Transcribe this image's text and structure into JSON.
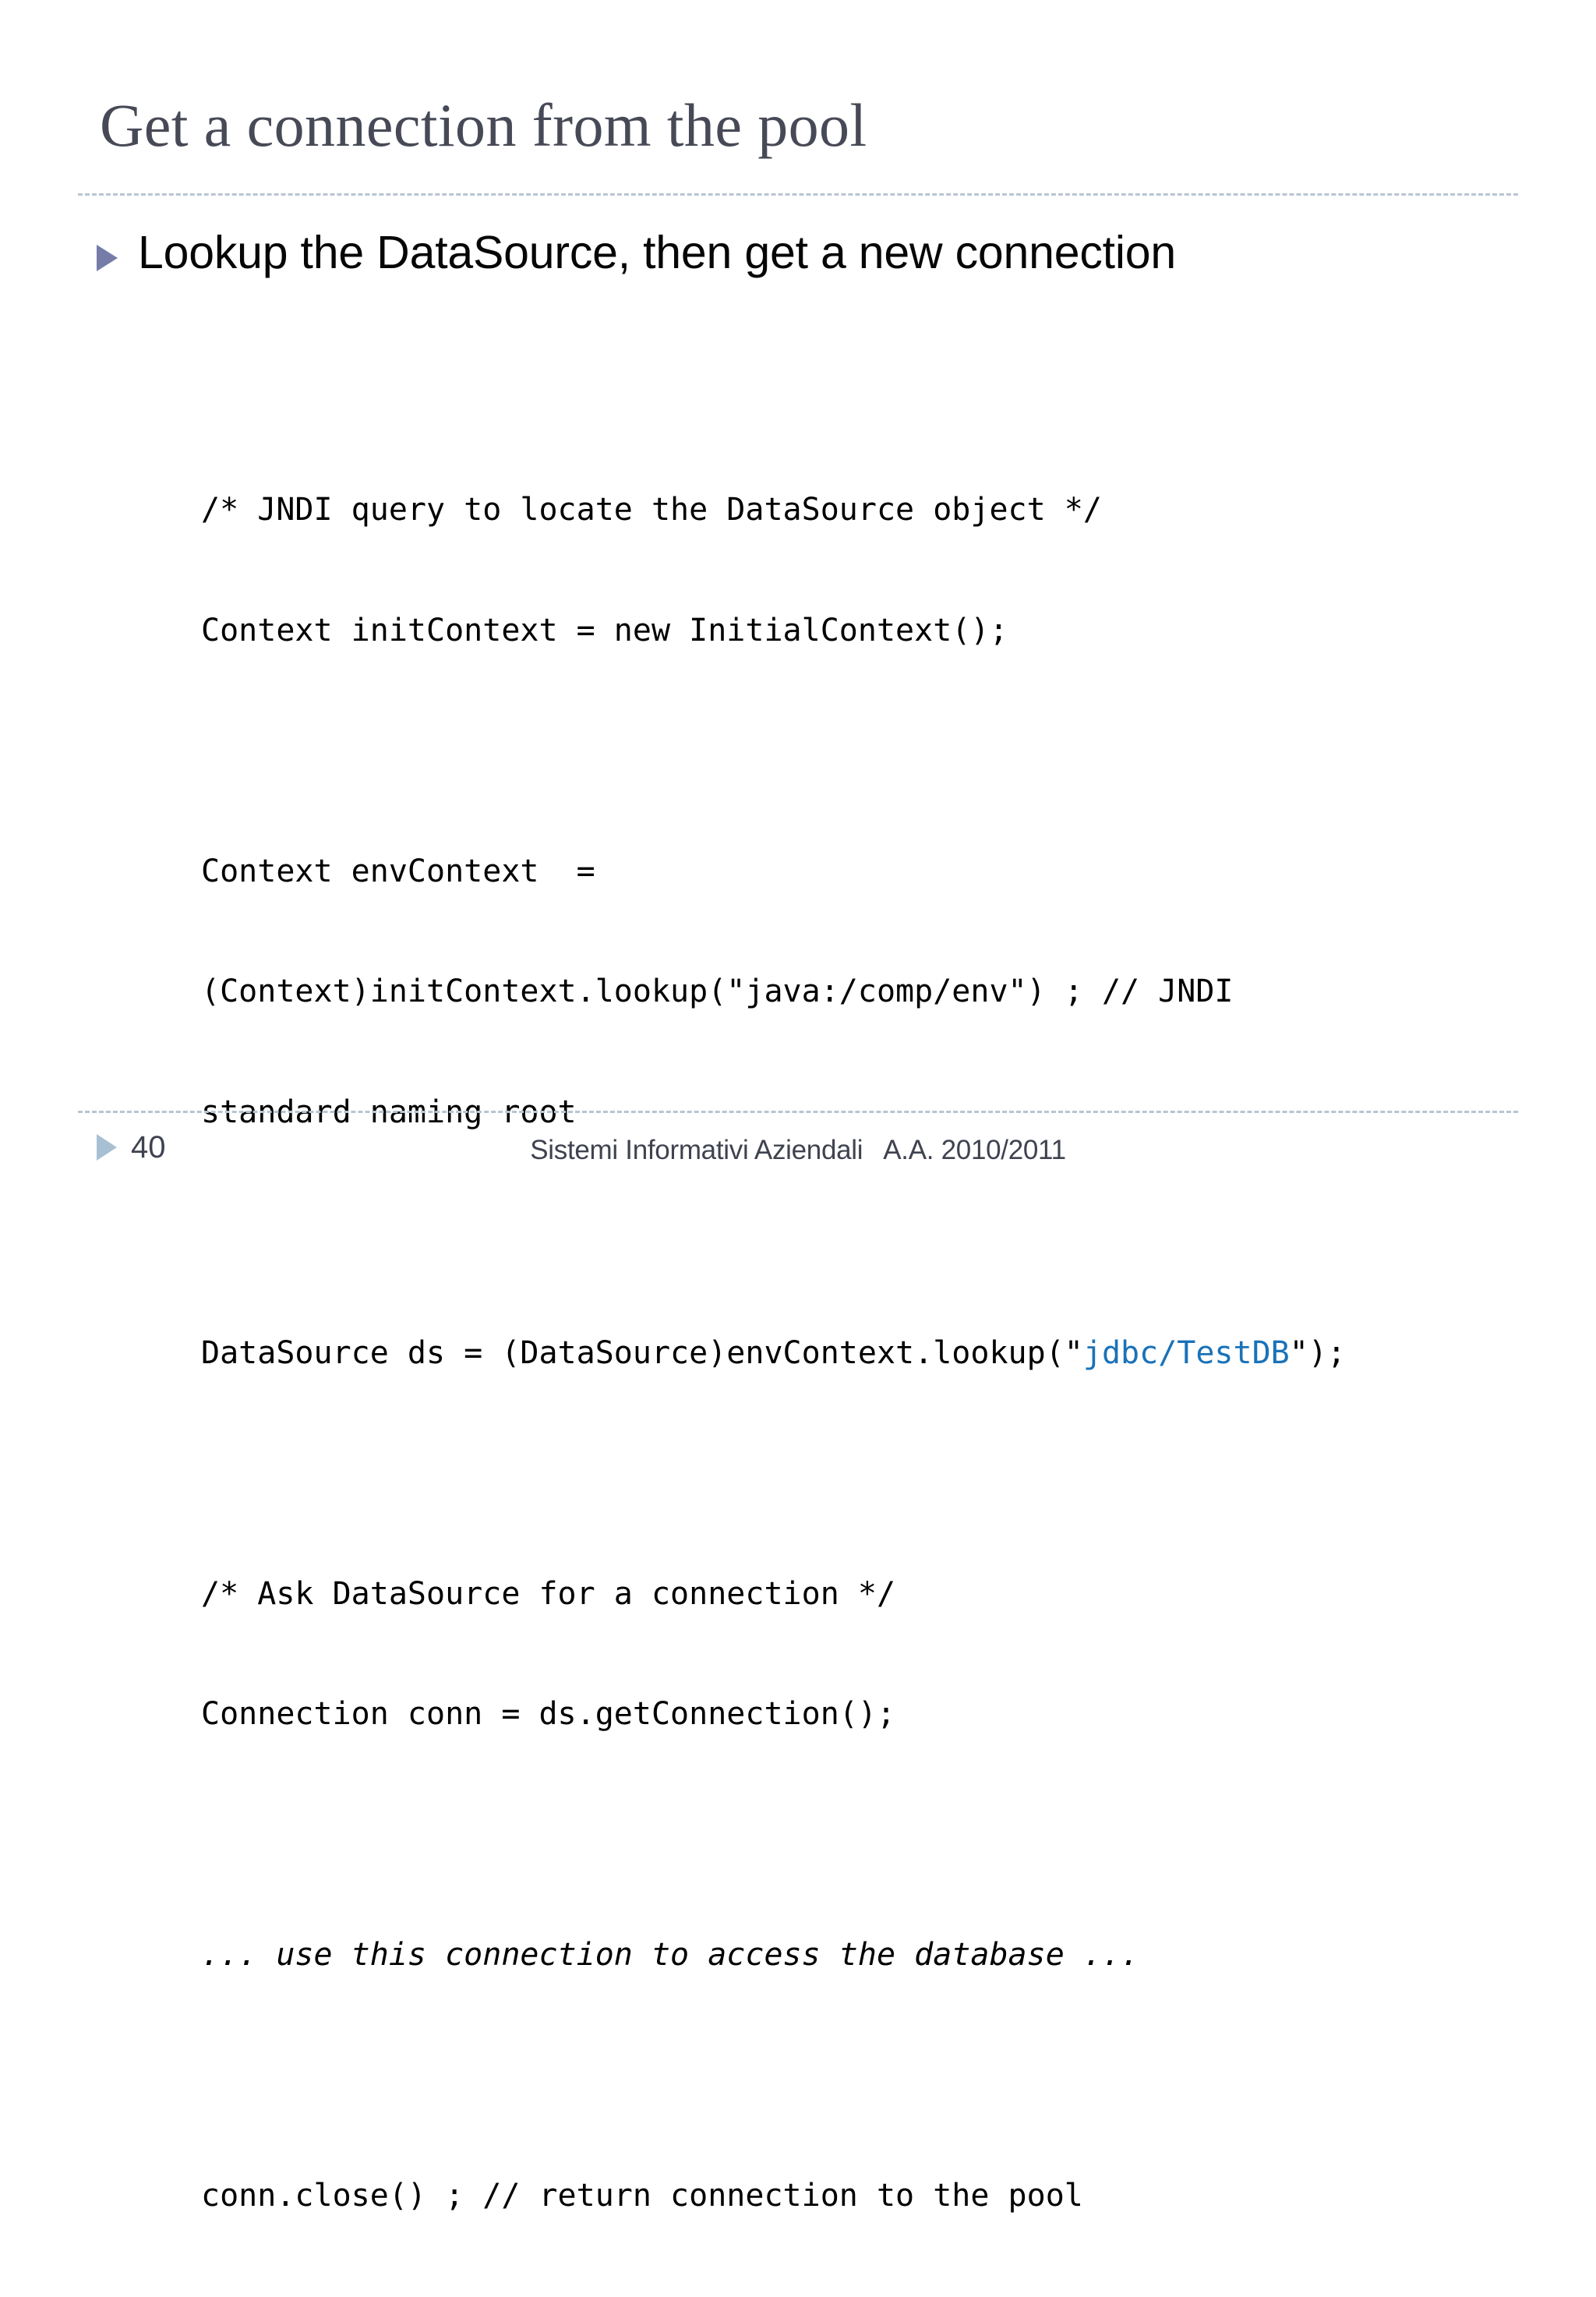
{
  "slide": {
    "title": "Get a connection from the pool",
    "bullet": {
      "marker_icon": "triangle-right-icon",
      "text": "Lookup the DataSource, then get a new connection"
    },
    "code": {
      "language": "java",
      "accent_color": "#1a72b8",
      "lines": [
        {
          "id": "l1",
          "text": "/* JNDI query to locate the DataSource object */",
          "style": "normal"
        },
        {
          "id": "l2",
          "text": "Context initContext = new InitialContext();",
          "style": "normal"
        },
        {
          "id": "l3",
          "text": "",
          "style": "blank"
        },
        {
          "id": "l4",
          "text": "Context envContext  =",
          "style": "normal"
        },
        {
          "id": "l5",
          "text": "(Context)initContext.lookup(\"java:/comp/env\") ; // JNDI",
          "style": "normal"
        },
        {
          "id": "l6",
          "text": "standard naming root",
          "style": "normal"
        },
        {
          "id": "l7",
          "text": "",
          "style": "blank"
        },
        {
          "id": "l8",
          "pre": "DataSource ds = (DataSource)envContext.lookup(\"",
          "accent": "jdbc/TestDB",
          "post": "\");",
          "style": "accented"
        },
        {
          "id": "l9",
          "text": "",
          "style": "blank"
        },
        {
          "id": "l10",
          "text": "/* Ask DataSource for a connection */",
          "style": "normal"
        },
        {
          "id": "l11",
          "text": "Connection conn = ds.getConnection();",
          "style": "normal"
        },
        {
          "id": "l12",
          "text": "",
          "style": "blank"
        },
        {
          "id": "l13",
          "text": "... use this connection to access the database ...",
          "style": "italic"
        },
        {
          "id": "l14",
          "text": "",
          "style": "blank"
        },
        {
          "id": "l15",
          "text": "conn.close() ; // return connection to the pool",
          "style": "normal"
        }
      ]
    },
    "footer": {
      "marker_icon": "triangle-right-icon",
      "slide_number": "40",
      "course": "Sistemi Informativi Aziendali",
      "academic_year": "A.A. 2010/2011"
    },
    "colors": {
      "title": "#474a56",
      "bullet_marker": "#767ca8",
      "rule": "#b9c4d2",
      "footer_marker": "#a8c0d4",
      "code_accent": "#1a72b8",
      "background": "#ffffff"
    }
  }
}
